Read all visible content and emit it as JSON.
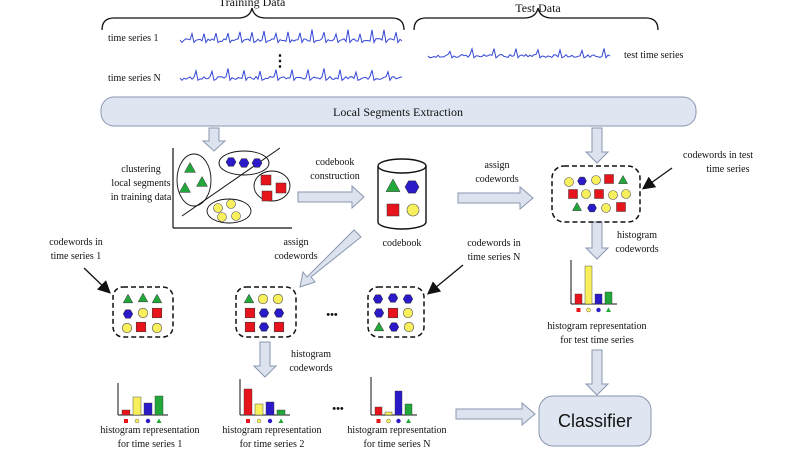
{
  "header": {
    "training_data": "Training Data",
    "test_data": "Test Data",
    "time_series_1": "time series 1",
    "time_series_n": "time series N",
    "test_time_series": "test time series",
    "vertical_ellipsis": "⋮"
  },
  "extraction_bar": {
    "label": "Local Segments Extraction"
  },
  "clustering": {
    "label_lines": [
      "clustering",
      "local segments",
      "in training data"
    ]
  },
  "codebook": {
    "construction_lines": [
      "codebook",
      "construction"
    ],
    "label": "codebook",
    "assign_lines": [
      "assign",
      "codewords"
    ]
  },
  "test_branch": {
    "assign_lines": [
      "assign",
      "codewords"
    ],
    "codewords_lines": [
      "codewords in test",
      "time series"
    ],
    "histogram_codewords_lines": [
      "histogram",
      "codewords"
    ],
    "histogram_repr_lines": [
      "histogram representation",
      "for test time series"
    ]
  },
  "train_branch": {
    "codewords_ts1_lines": [
      "codewords in",
      "time series 1"
    ],
    "codewords_tsn_lines": [
      "codewords in",
      "time series N"
    ],
    "histogram_codewords_lines": [
      "histogram",
      "codewords"
    ],
    "ellipsis": "•••",
    "hist1_lines": [
      "histogram representation",
      "for time series 1"
    ],
    "hist2_lines": [
      "histogram representation",
      "for time series 2"
    ],
    "histn_lines": [
      "histogram representation",
      "for time series N"
    ]
  },
  "classifier": {
    "label": "Classifier"
  },
  "colors": {
    "red": "#e8141c",
    "yellow": "#f7ef5c",
    "blue": "#2a1ac8",
    "green": "#22a83a",
    "arrow_fill": "#dde3ee",
    "arrow_stroke": "#8a97b0",
    "bar_fill": "#dfe6f2",
    "signal": "#3346d6"
  }
}
